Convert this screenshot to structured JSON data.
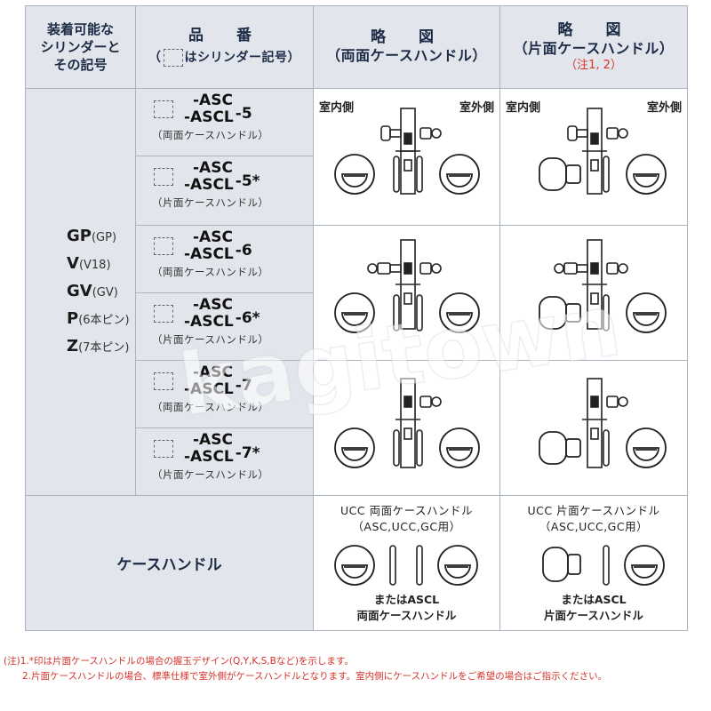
{
  "headers": {
    "cylinder": [
      "装着可能な",
      "シリンダーと",
      "その記号"
    ],
    "part_number": {
      "title": "品　番",
      "note_pre": "（",
      "note_post": "はシリンダー記号）"
    },
    "diagram_both": {
      "title": "略　図",
      "sub": "（両面ケースハンドル）"
    },
    "diagram_single": {
      "title": "略　図",
      "sub": "（片面ケースハンドル）",
      "note": "（注1, 2）"
    }
  },
  "cylinders": [
    {
      "code": "GP",
      "detail": "(GP)"
    },
    {
      "code": "V",
      "detail": "(V18)"
    },
    {
      "code": "GV",
      "detail": "(GV)"
    },
    {
      "code": "P",
      "detail": "(6本ピン)"
    },
    {
      "code": "Z",
      "detail": "(7本ピン)"
    }
  ],
  "parts": [
    {
      "line1": "-ASC",
      "line2": "-ASCL",
      "suffix": "-5",
      "caption": "（両面ケースハンドル）"
    },
    {
      "line1": "-ASC",
      "line2": "-ASCL",
      "suffix": "-5*",
      "caption": "（片面ケースハンドル）"
    },
    {
      "line1": "-ASC",
      "line2": "-ASCL",
      "suffix": "-6",
      "caption": "（両面ケースハンドル）"
    },
    {
      "line1": "-ASC",
      "line2": "-ASCL",
      "suffix": "-6*",
      "caption": "（片面ケースハンドル）"
    },
    {
      "line1": "-ASC",
      "line2": "-ASCL",
      "suffix": "-7",
      "caption": "（両面ケースハンドル）"
    },
    {
      "line1": "-ASC",
      "line2": "-ASCL",
      "suffix": "-7*",
      "caption": "（片面ケースハンドル）"
    }
  ],
  "side_labels": {
    "indoor": "室内側",
    "outdoor": "室外側"
  },
  "case_handle": {
    "label": "ケースハンドル",
    "both": {
      "title": "UCC 両面ケースハンドル",
      "sub": "（ASC,UCC,GC用）",
      "or": "またはASCL",
      "name": "両面ケースハンドル"
    },
    "single": {
      "title": "UCC 片面ケースハンドル",
      "sub": "（ASC,UCC,GC用）",
      "or": "またはASCL",
      "name": "片面ケースハンドル"
    }
  },
  "notes": [
    "(注)1.*印は片面ケースハンドルの場合の握玉デザイン(Q,Y,K,S,Bなど)を示します。",
    "　　2.片面ケースハンドルの場合、標準仕様で室外側がケースハンドルとなります。室内側にケースハンドルをご希望の場合はご指示ください。"
  ],
  "watermark": "kagitown",
  "icons": {
    "recess": "recessed-handle-icon",
    "knob": "knob-icon",
    "key": "key-cylinder-icon",
    "lock": "lock-body-icon"
  }
}
